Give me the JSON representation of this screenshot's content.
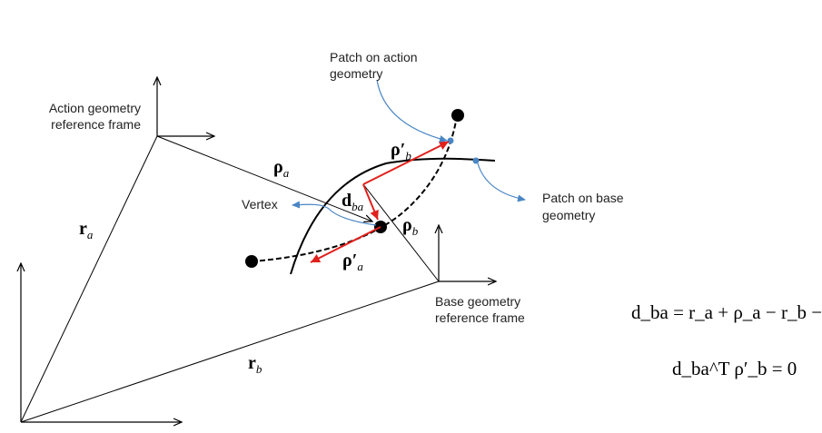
{
  "labels": {
    "action_frame": [
      "Action geometry",
      "reference frame"
    ],
    "base_frame": [
      "Base geometry",
      "reference frame"
    ],
    "patch_action": [
      "Patch on action",
      "geometry"
    ],
    "patch_base": [
      "Patch on base",
      "geometry"
    ],
    "vertex": "Vertex"
  },
  "symbols": {
    "r_a": {
      "base": "r",
      "sub": "a"
    },
    "r_b": {
      "base": "r",
      "sub": "b"
    },
    "rho_a": {
      "base": "ρ",
      "sub": "a"
    },
    "rho_b": {
      "base": "ρ",
      "sub": "b"
    },
    "d_ba": {
      "base": "d",
      "sub": "ba"
    },
    "rho_prime_a": {
      "base": "ρ′",
      "sub": "a"
    },
    "rho_prime_b": {
      "base": "ρ′",
      "sub": "b"
    }
  },
  "equations": {
    "eq1": "d_ba = r_a + ρ_a − r_b − ρ_b",
    "eq2": "d_ba^T ρ′_b = 0"
  },
  "colors": {
    "line": "#000000",
    "red_vector": "#e0201c",
    "blue_arrow": "#4a86c5"
  }
}
